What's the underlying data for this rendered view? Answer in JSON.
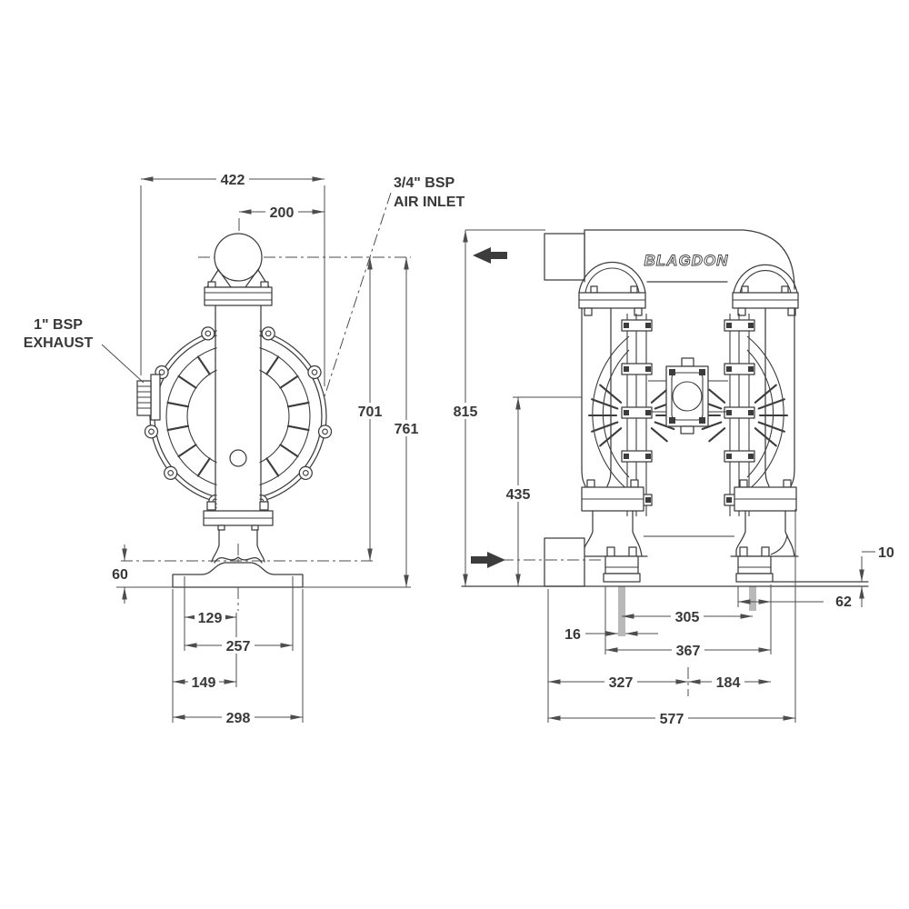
{
  "drawing": {
    "brand": "BLAGDON",
    "callouts": {
      "exhaust_line1": "1\" BSP",
      "exhaust_line2": "EXHAUST",
      "air_inlet_line1": "3/4\" BSP",
      "air_inlet_line2": "AIR INLET"
    },
    "front_view": {
      "overall_width": "422",
      "centre_to_edge": "200",
      "inlet_centre_height": "701",
      "overall_height": "761",
      "base_to_port_centre": "60",
      "slot_to_centre": "129",
      "slot_spacing": "257",
      "centre_to_base_edge": "149",
      "base_width": "298"
    },
    "side_view": {
      "overall_height": "815",
      "valve_centre_height": "435",
      "foot_plate_thickness": "10",
      "foot_width": "62",
      "slot_spacing": "305",
      "slot_width": "16",
      "feet_overall": "367",
      "inlet_to_centre": "327",
      "centre_to_feet_edge": "184",
      "overall_depth": "577"
    }
  }
}
